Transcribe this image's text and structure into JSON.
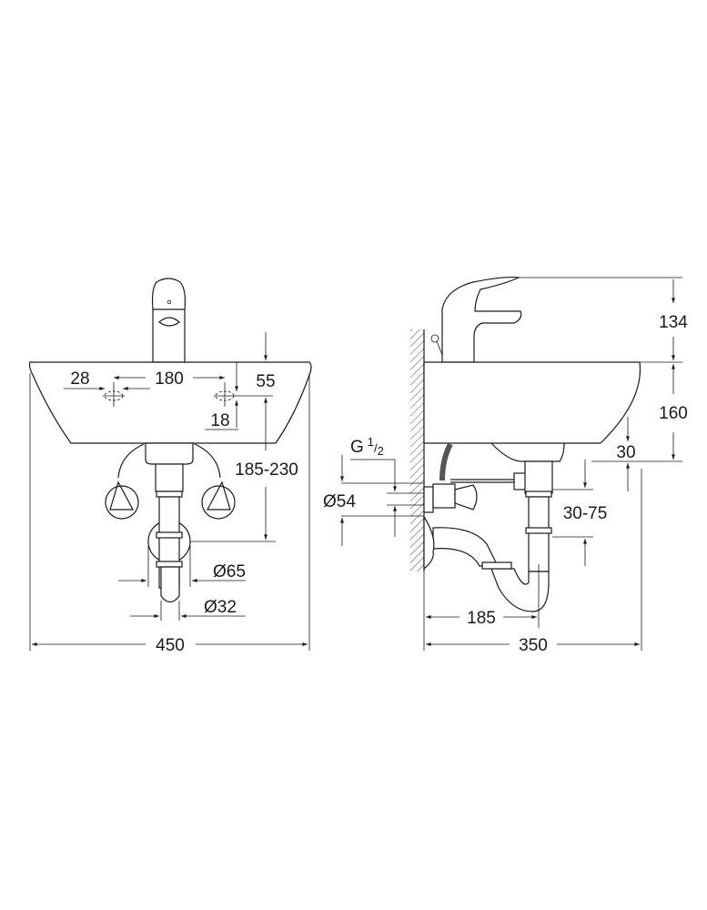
{
  "front_view": {
    "dimensions": {
      "hole_diameter": "28",
      "hole_spacing": "180",
      "hole_depth_from_top": "55",
      "hole_offset": "18",
      "trap_height_range": "185-230",
      "trap_rosette_diameter": "Ø65",
      "waste_pipe_diameter": "Ø32",
      "overall_width": "450"
    }
  },
  "side_view": {
    "dimensions": {
      "thread": "G",
      "thread_fraction_num": "1",
      "thread_fraction_den": "2",
      "rosette_diameter": "Ø54",
      "faucet_height": "134",
      "basin_height": "160",
      "waste_offset": "30",
      "trap_adjust_range": "30-75",
      "trap_projection": "185",
      "overall_depth": "350"
    }
  },
  "colors": {
    "line": "#1a1a1a",
    "background": "#ffffff"
  }
}
